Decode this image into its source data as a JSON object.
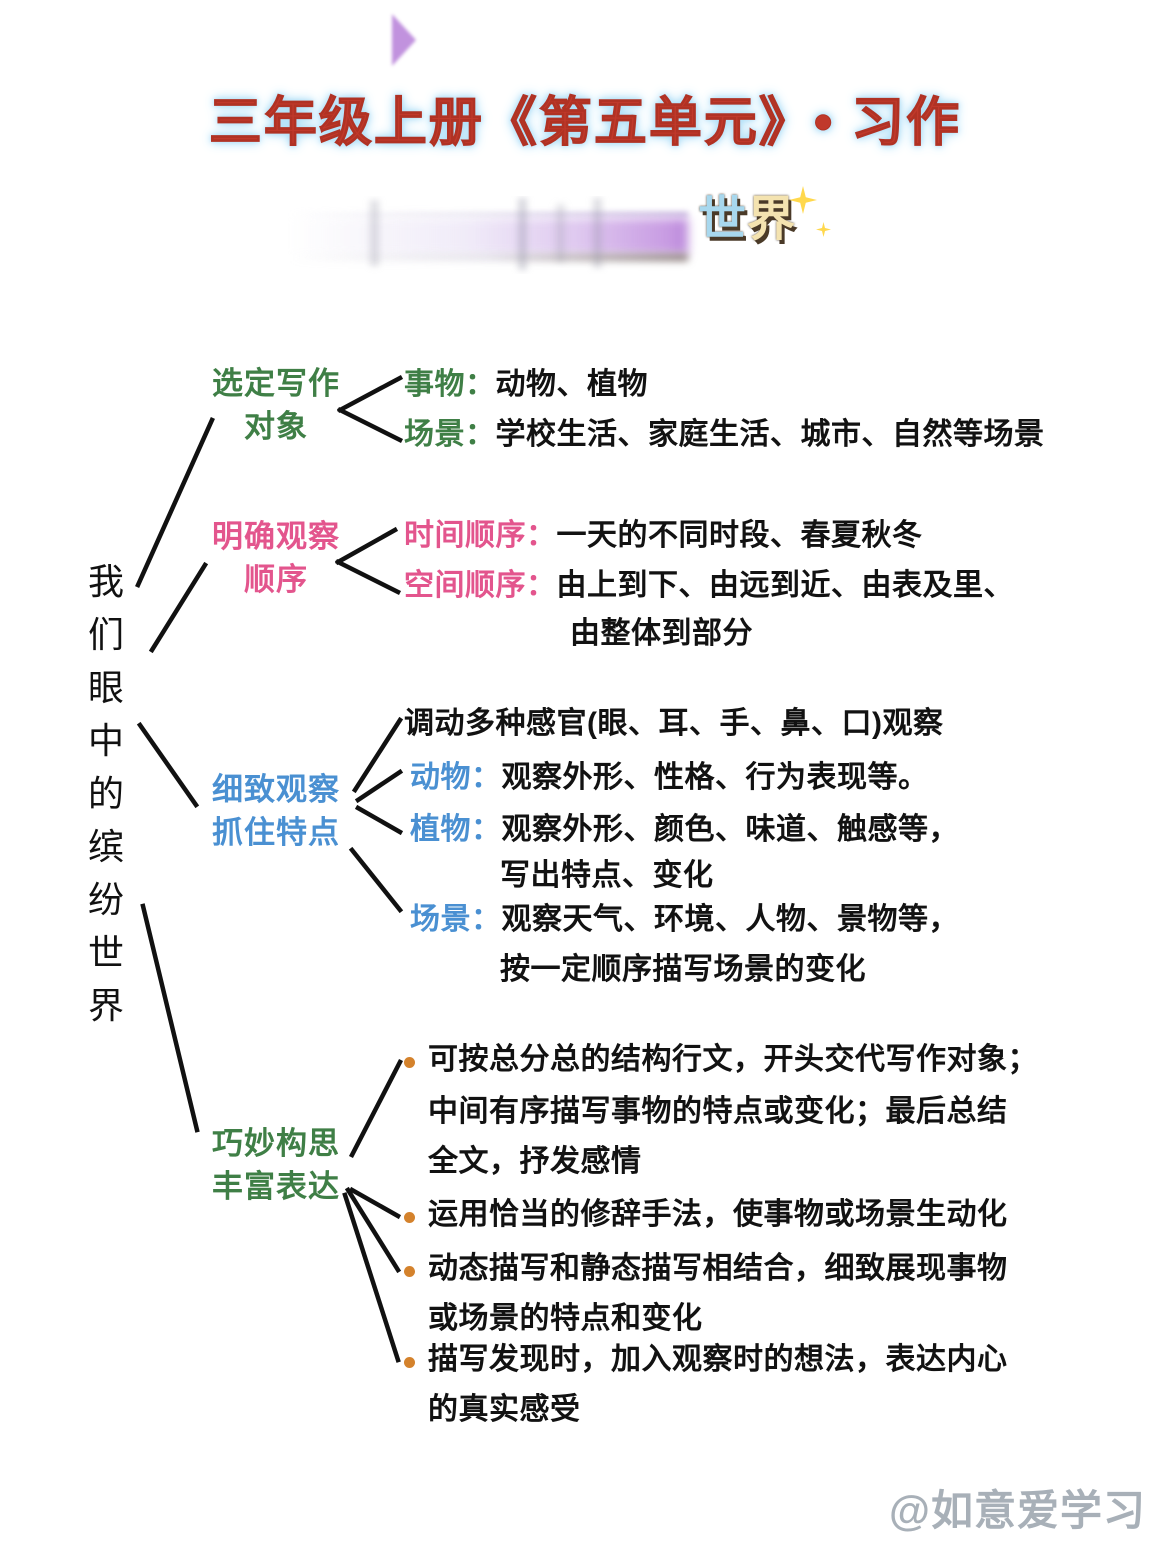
{
  "title": "三年级上册《第五单元》• 习作",
  "sticker": {
    "char1": "世",
    "char2": "界"
  },
  "root": {
    "text": "我们眼中的缤纷世界"
  },
  "watermark": "@如意爱学习",
  "branches": [
    {
      "label_line1": "选定写作",
      "label_line2": "对象",
      "color": "#3f7f46",
      "items": [
        {
          "key": "事物：",
          "text": "动物、植物"
        },
        {
          "key": "场景：",
          "text": "学校生活、家庭生活、城市、自然等场景"
        }
      ]
    },
    {
      "label_line1": "明确观察",
      "label_line2": "顺序",
      "color": "#e3558d",
      "items": [
        {
          "key": "时间顺序：",
          "text": "一天的不同时段、春夏秋冬"
        },
        {
          "key": "空间顺序：",
          "text": "由上到下、由远到近、由表及里、"
        },
        {
          "key": "",
          "text": "由整体到部分"
        }
      ]
    },
    {
      "label_line1": "细致观察",
      "label_line2": "抓住特点",
      "color": "#4a90d2",
      "items": [
        {
          "key": "",
          "text": "调动多种感官(眼、耳、手、鼻、口)观察"
        },
        {
          "key": "动物：",
          "text": "观察外形、性格、行为表现等。"
        },
        {
          "key": "植物：",
          "text": "观察外形、颜色、味道、触感等，"
        },
        {
          "key": "",
          "text": "写出特点、变化"
        },
        {
          "key": "场景：",
          "text": "观察天气、环境、人物、景物等，"
        },
        {
          "key": "",
          "text": "按一定顺序描写场景的变化"
        }
      ]
    },
    {
      "label_line1": "巧妙构思",
      "label_line2": "丰富表达",
      "color": "#3f7f46",
      "bullets": [
        [
          "可按总分总的结构行文，开头交代写作对象；",
          "中间有序描写事物的特点或变化；最后总结",
          "全文，抒发感情"
        ],
        [
          "运用恰当的修辞手法，使事物或场景生动化"
        ],
        [
          "动态描写和静态描写相结合，细致展现事物",
          "或场景的特点和变化"
        ],
        [
          "描写发现时，加入观察时的想法，表达内心",
          "的真实感受"
        ]
      ]
    }
  ]
}
